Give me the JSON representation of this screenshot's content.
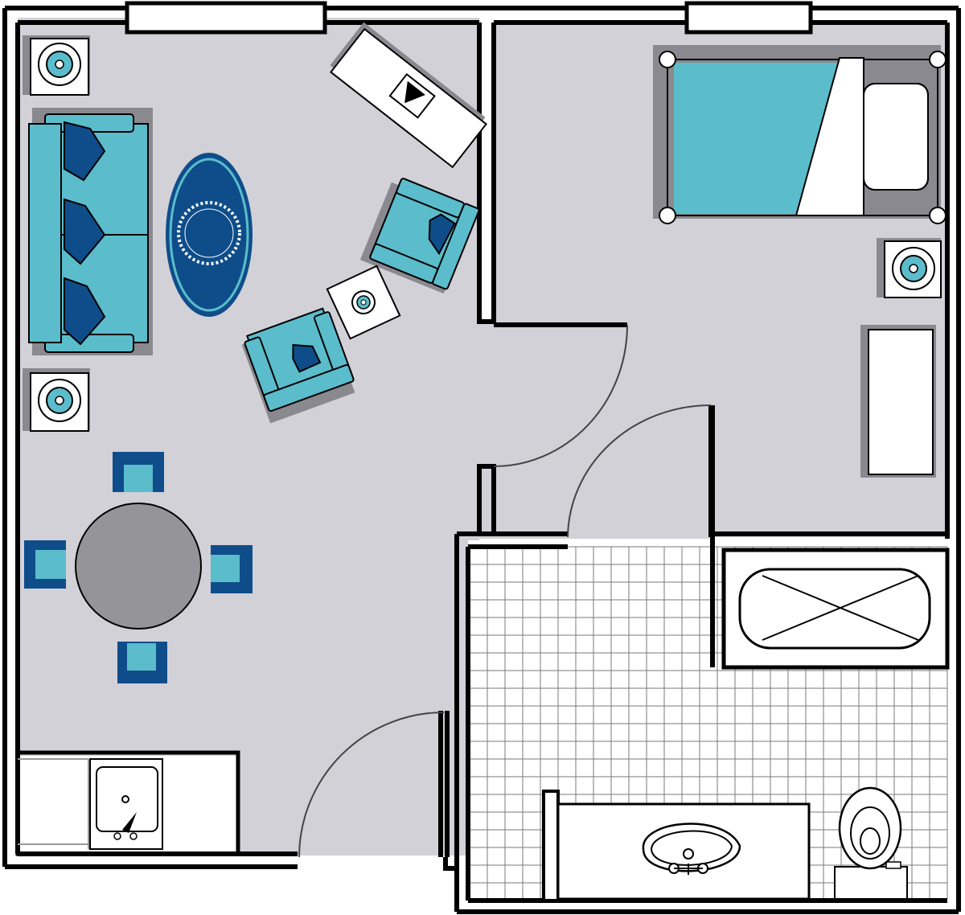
{
  "colors": {
    "floor": "#d2d1d7",
    "wall": "#000000",
    "accent_light": "#5bbccb",
    "accent_dark": "#0e4d8a",
    "table": "#959499",
    "shadow": "#8a898f",
    "tile_line": "#777777",
    "white": "#ffffff"
  },
  "rooms": [
    "living-room",
    "bedroom",
    "bathroom",
    "kitchenette"
  ],
  "icons": {
    "lamp": "lamp-icon",
    "pillow": "pillow-icon",
    "faucet": "faucet-icon"
  }
}
